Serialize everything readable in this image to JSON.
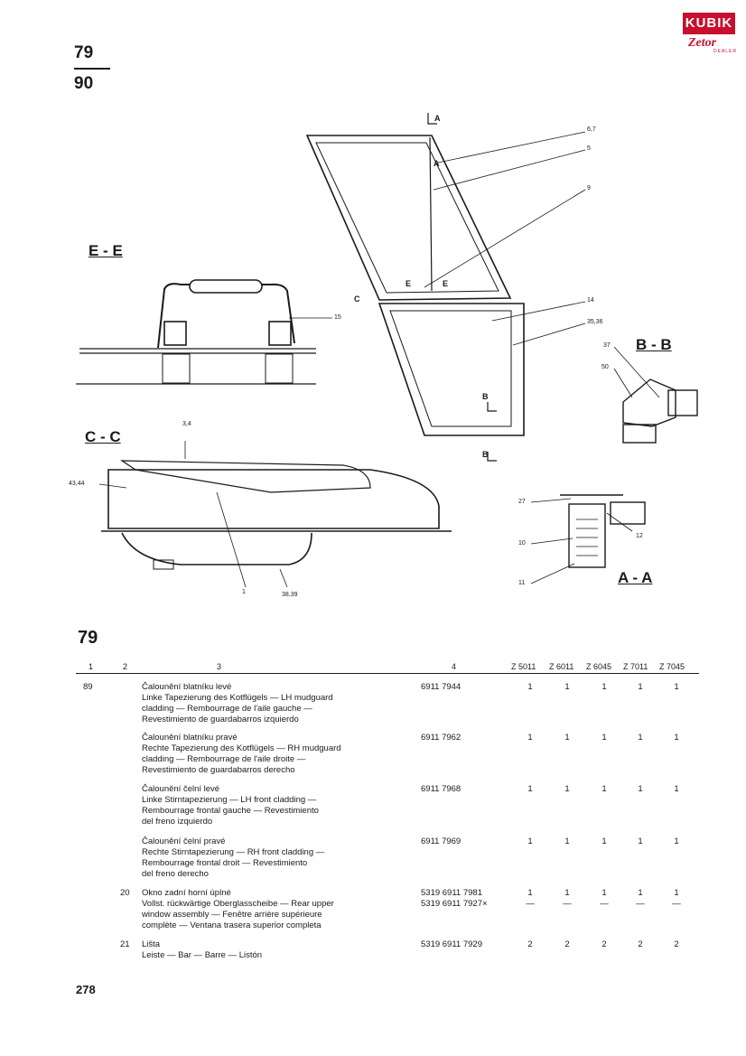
{
  "header": {
    "figure_top": "79",
    "figure_bottom": "90",
    "logo_text": "KUBIK",
    "logo_script": "Zetor",
    "logo_dealer": "DEALER"
  },
  "drawing": {
    "section_labels": [
      "E - E",
      "C - C",
      "B - B",
      "A - A"
    ],
    "callouts": [
      "6,7",
      "5",
      "9",
      "14",
      "35,36",
      "15",
      "3,4",
      "43,44",
      "1",
      "38,39",
      "37",
      "50",
      "27",
      "10",
      "12",
      "11"
    ],
    "cut_marks": [
      "A",
      "A",
      "B",
      "B",
      "C",
      "E",
      "E"
    ]
  },
  "section": {
    "title": "79",
    "headers": [
      "1",
      "2",
      "3",
      "4",
      "Z 5011",
      "Z 6011",
      "Z 6045",
      "Z 7011",
      "Z 7045"
    ]
  },
  "rows": [
    {
      "ref": "89",
      "pos": "",
      "lines": [
        "Čalounění blatníku levé",
        "Linke Tapezierung des Kotflügels — LH mudguard",
        "cladding — Rembourrage de l'aile gauche —",
        "Revestimiento de guardabarros izquierdo"
      ],
      "part": [
        "6911 7944"
      ],
      "qty": [
        [
          "1"
        ],
        [
          "1"
        ],
        [
          "1"
        ],
        [
          "1"
        ],
        [
          "1"
        ]
      ]
    },
    {
      "ref": "",
      "pos": "",
      "lines": [
        "Čalounění blatníku pravé",
        "Rechte Tapezierung des Kotflügels — RH mudguard",
        "cladding — Rembourrage de l'aile droite —",
        "Revestimiento de guardabarros derecho"
      ],
      "part": [
        "6911 7962"
      ],
      "qty": [
        [
          "1"
        ],
        [
          "1"
        ],
        [
          "1"
        ],
        [
          "1"
        ],
        [
          "1"
        ]
      ]
    },
    {
      "ref": "",
      "pos": "",
      "lines": [
        "Čalounění čelní levé",
        "Linke Stirntapezierung — LH front cladding —",
        "Rembourrage frontal gauche — Revestimiento",
        "del freno izquierdo"
      ],
      "part": [
        "6911 7968"
      ],
      "qty": [
        [
          "1"
        ],
        [
          "1"
        ],
        [
          "1"
        ],
        [
          "1"
        ],
        [
          "1"
        ]
      ]
    },
    {
      "ref": "",
      "pos": "",
      "lines": [
        "Čalounění čelní pravé",
        "Rechte Stirntapezierung — RH front cladding —",
        "Rembourrage frontal droit — Revestimiento",
        "del freno derecho"
      ],
      "part": [
        "6911 7969"
      ],
      "qty": [
        [
          "1"
        ],
        [
          "1"
        ],
        [
          "1"
        ],
        [
          "1"
        ],
        [
          "1"
        ]
      ]
    },
    {
      "ref": "",
      "pos": "20",
      "lines": [
        "Okno zadní horní úplné",
        "Vollst. rückwärtige Oberglasscheibe — Rear upper",
        "window assembly — Fenêtre arrière supérieure",
        "complète — Ventana trasera superior completa"
      ],
      "part": [
        "5319 6911 7981",
        "5319 6911 7927×"
      ],
      "qty": [
        [
          "1",
          "—"
        ],
        [
          "1",
          "—"
        ],
        [
          "1",
          "—"
        ],
        [
          "1",
          "—"
        ],
        [
          "1",
          "—"
        ]
      ]
    },
    {
      "ref": "",
      "pos": "21",
      "lines": [
        "Lišta",
        "Leiste — Bar — Barre — Listón"
      ],
      "part": [
        "5319 6911 7929"
      ],
      "qty": [
        [
          "2"
        ],
        [
          "2"
        ],
        [
          "2"
        ],
        [
          "2"
        ],
        [
          "2"
        ]
      ]
    }
  ],
  "footer": {
    "page_number": "278"
  }
}
